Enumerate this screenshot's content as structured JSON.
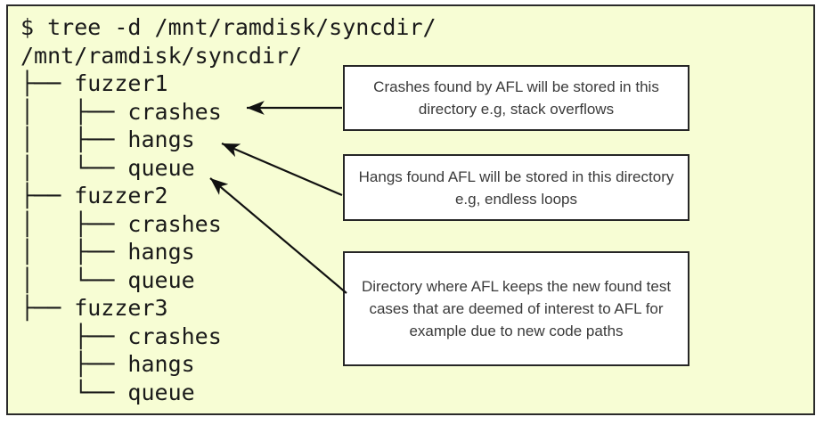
{
  "frame": {
    "background_color": "#f7fdd4",
    "border_color": "#2a2a2a"
  },
  "terminal": {
    "prompt_line": "$ tree -d /mnt/ramdisk/syncdir/",
    "root": "/mnt/ramdisk/syncdir/",
    "text_color": "#1a1a1a",
    "listing": "$ tree -d /mnt/ramdisk/syncdir/\n/mnt/ramdisk/syncdir/\n├── fuzzer1\n│   ├── crashes\n│   ├── hangs\n│   └── queue\n├── fuzzer2\n│   ├── crashes\n│   ├── hangs\n│   └── queue\n├── fuzzer3\n    ├── crashes\n    ├── hangs\n    └── queue",
    "tree": [
      {
        "name": "fuzzer1",
        "children": [
          "crashes",
          "hangs",
          "queue"
        ]
      },
      {
        "name": "fuzzer2",
        "children": [
          "crashes",
          "hangs",
          "queue"
        ]
      },
      {
        "name": "fuzzer3",
        "children": [
          "crashes",
          "hangs",
          "queue"
        ]
      }
    ]
  },
  "notes": {
    "crashes": {
      "text": "Crashes found by AFL will be stored in this directory e.g, stack overflows",
      "target": "crashes",
      "border_color": "#262626",
      "text_color": "#3a3a3a"
    },
    "hangs": {
      "text": "Hangs found AFL will be stored in this directory e.g, endless loops",
      "target": "hangs",
      "border_color": "#262626",
      "text_color": "#3a3a3a"
    },
    "queue": {
      "text": "Directory where AFL keeps the new found test cases that are deemed of interest to AFL for example due to new code paths",
      "target": "queue",
      "border_color": "#262626",
      "text_color": "#3a3a3a"
    }
  },
  "arrows": [
    {
      "name": "arrow-to-crashes",
      "from": "note-crashes",
      "to": "crashes"
    },
    {
      "name": "arrow-to-hangs",
      "from": "note-hangs",
      "to": "hangs"
    },
    {
      "name": "arrow-to-queue",
      "from": "note-queue",
      "to": "queue"
    }
  ]
}
